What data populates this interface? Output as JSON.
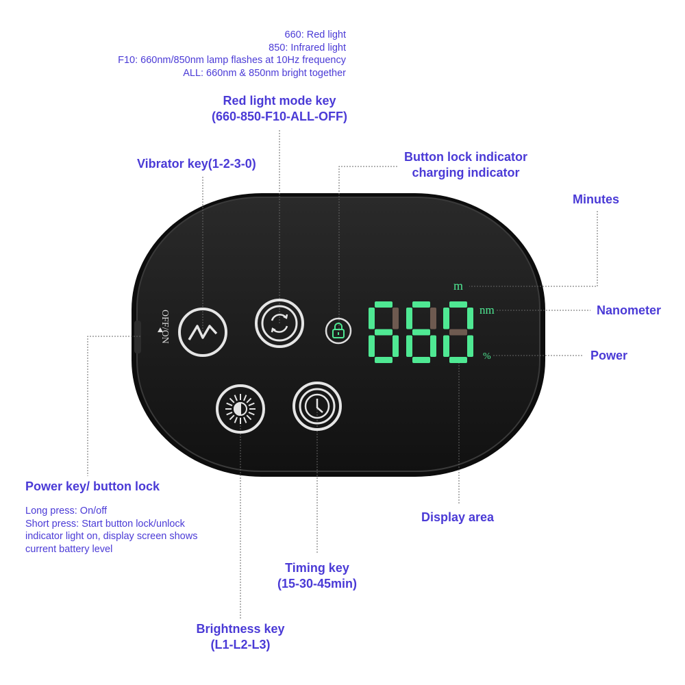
{
  "top_notes": [
    "660: Red light",
    "850: Infrared light",
    "F10: 660nm/850nm lamp flashes at 10Hz frequency",
    "ALL: 660nm & 850nm bright together"
  ],
  "labels": {
    "red_light_mode": [
      "Red light mode key",
      "(660-850-F10-ALL-OFF)"
    ],
    "vibrator": "Vibrator key(1-2-3-0)",
    "lock_indicator": [
      "Button lock indicator",
      "charging indicator"
    ],
    "minutes": "Minutes",
    "nanometer": "Nanometer",
    "power": "Power",
    "power_key": "Power key/ button lock",
    "display_area": "Display area",
    "timing": [
      "Timing key",
      "(15-30-45min)"
    ],
    "brightness": [
      "Brightness key",
      "(L1-L2-L3)"
    ]
  },
  "power_key_notes": [
    "Long press: On/off",
    "Short press: Start button lock/unlock",
    "indicator light on, display screen shows",
    "current battery level"
  ],
  "device": {
    "switch_label": "OFF/ON",
    "display_value": "660",
    "unit_m": "m",
    "unit_nm": "nm",
    "unit_percent": "%"
  },
  "colors": {
    "label": "#4a3ad6",
    "segment_on": "#4fe893",
    "segment_off": "#6e5a50",
    "body": "#1c1c1c"
  }
}
